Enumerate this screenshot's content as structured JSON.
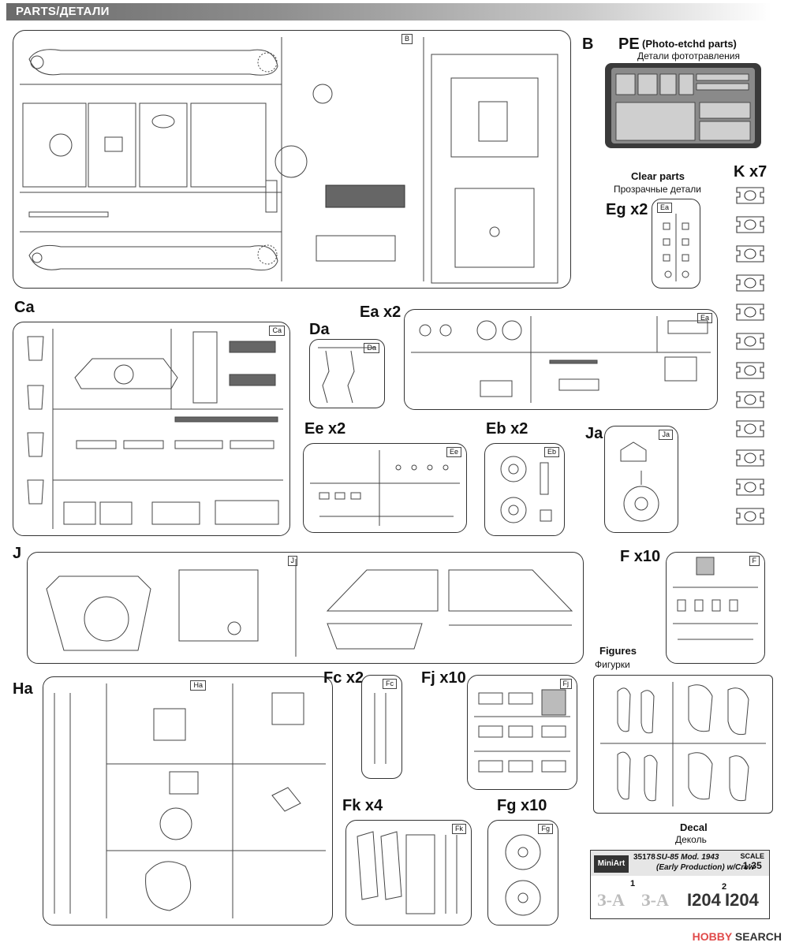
{
  "header": {
    "title": "PARTS/ДЕТАЛИ"
  },
  "labels": {
    "B": "B",
    "PE": "PE",
    "PE_en": "(Photo-etchd parts)",
    "PE_ru": "Детали фототравления",
    "clear_en": "Clear parts",
    "clear_ru": "Прозрачные детали",
    "K": "K x7",
    "Eg": "Eg x2",
    "Ca": "Ca",
    "Da": "Da",
    "Ea": "Ea x2",
    "Ee": "Ee x2",
    "Eb": "Eb x2",
    "Ja": "Ja",
    "J": "J",
    "F": "F x10",
    "Ha": "Ha",
    "Fc": "Fc x2",
    "Fj": "Fj x10",
    "figures_en": "Figures",
    "figures_ru": "Фигурки",
    "Fk": "Fk x4",
    "Fg": "Fg x10",
    "decal_en": "Decal",
    "decal_ru": "Деколь"
  },
  "sprue_tags": {
    "B": "B",
    "Ca": "Ca",
    "Da": "Da",
    "Ea": "Ea",
    "Ee": "Ee",
    "Eb": "Eb",
    "Ja": "Ja",
    "J": "J",
    "F": "F",
    "Ha": "Ha",
    "Fc": "Fc",
    "Fj": "Fj",
    "Fk": "Fk",
    "Fg": "Fg",
    "Eg": "Ea"
  },
  "decal": {
    "brand": "MiniArt",
    "number": "35178",
    "model_line1": "SU-85 Mod. 1943",
    "model_line2": "(Early Production) w/Crew",
    "scale_label": "SCALE",
    "scale_value": "1:35",
    "marks": [
      "З-А",
      "З-А",
      "I204",
      "I204"
    ],
    "indices": [
      "1",
      "2"
    ]
  },
  "watermark": {
    "brand": "HOBBY",
    "suffix": "SEARCH"
  }
}
